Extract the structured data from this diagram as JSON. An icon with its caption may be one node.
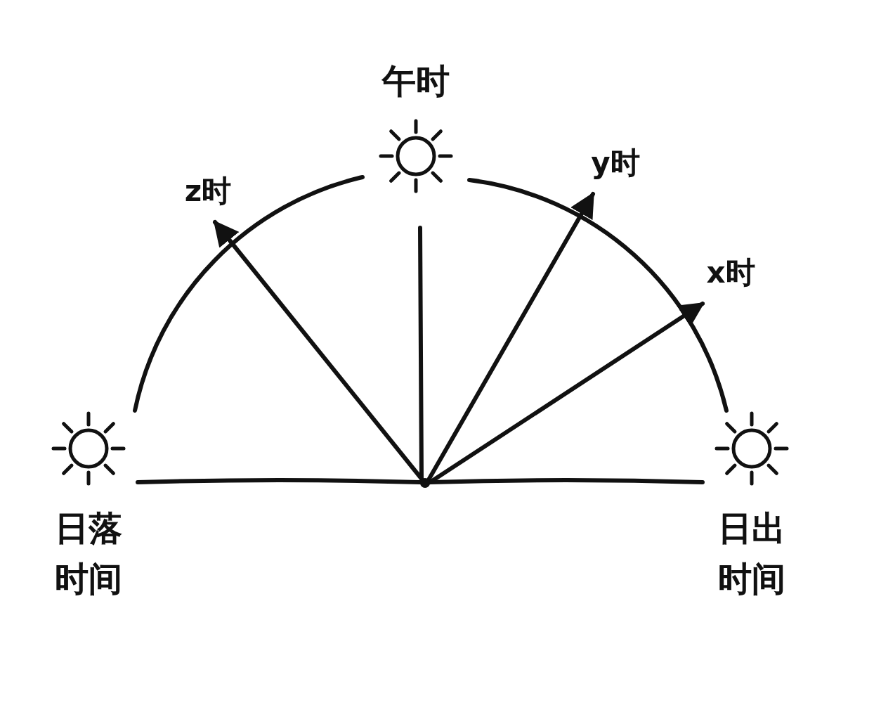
{
  "diagram": {
    "nodes": [
      {
        "text": [
          "日落时间"
        ]
      },
      {
        "text": [
          "午时"
        ]
      },
      {
        "text": [
          "日出时间"
        ]
      },
      {
        "text": [],
        "shape": "point"
      },
      {
        "text": [
          "z时"
        ]
      },
      {
        "text": [
          "y时"
        ]
      },
      {
        "text": [
          "x时"
        ]
      }
    ],
    "edges": [
      {
        "from": 3,
        "to": 4,
        "arrow": "to"
      },
      {
        "from": 3,
        "to": 5,
        "arrow": "to"
      },
      {
        "from": 3,
        "to": 6,
        "arrow": "to"
      },
      {
        "from": 3,
        "to": 1,
        "arrow": "none"
      },
      {
        "from": 3,
        "to": 0,
        "arrow": "none"
      },
      {
        "from": 3,
        "to": 2,
        "arrow": "none"
      },
      {
        "from": 2,
        "to": 1,
        "arrow": "none"
      },
      {
        "from": 1,
        "to": 0,
        "arrow": "none"
      }
    ]
  }
}
